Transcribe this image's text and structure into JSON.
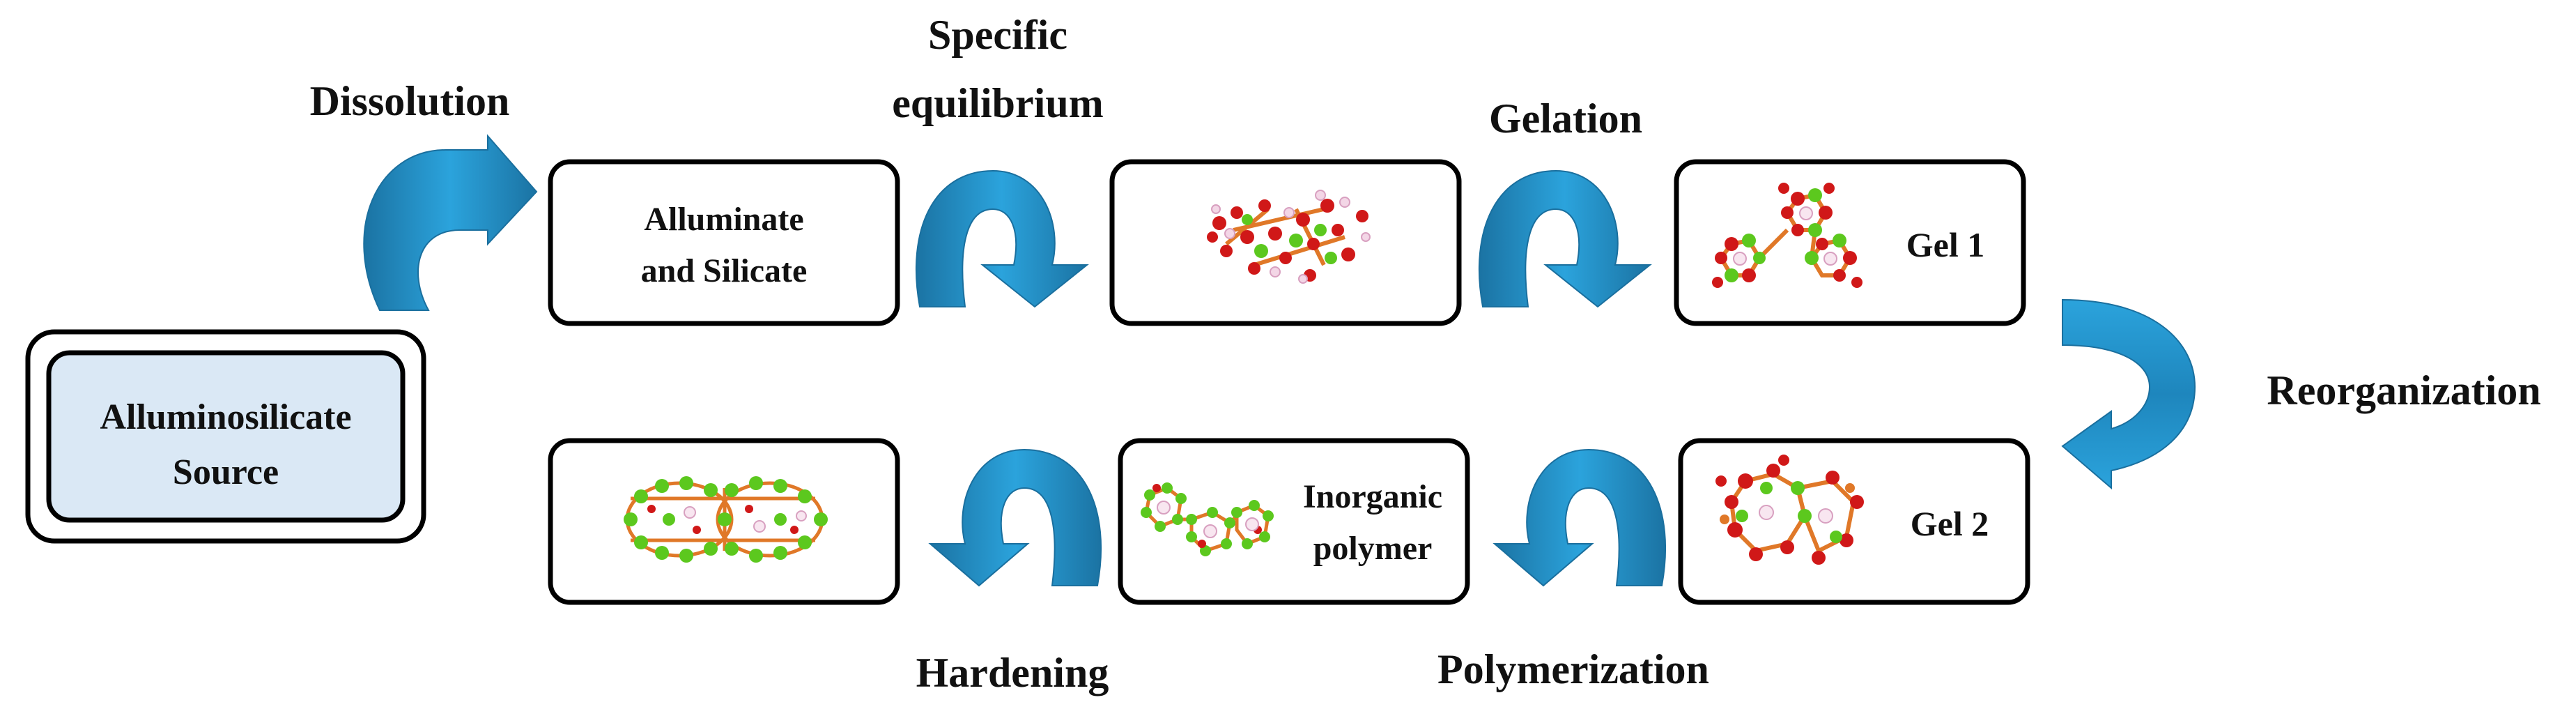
{
  "source": {
    "line1": "Alluminosilicate",
    "line2": "Source",
    "fill": "#dae8f5"
  },
  "steps": {
    "dissolution": "Dissolution",
    "equilibrium_line1": "Specific",
    "equilibrium_line2": "equilibrium",
    "gelation": "Gelation",
    "reorganization": "Reorganization",
    "polymerization": "Polymerization",
    "hardening": "Hardening"
  },
  "boxes": {
    "aluminate_silicate_line1": "Alluminate",
    "aluminate_silicate_line2": "and Silicate",
    "gel1": "Gel 1",
    "gel2": "Gel 2",
    "inorganic_polymer_line1": "Inorganic",
    "inorganic_polymer_line2": "polymer"
  },
  "colors": {
    "arrow_light": "#2ba3dc",
    "arrow_dark": "#1a6f9e",
    "atom_red": "#d01818",
    "atom_green": "#5cc81e",
    "atom_orange": "#e07828",
    "atom_pink": "#e8a0c8"
  }
}
